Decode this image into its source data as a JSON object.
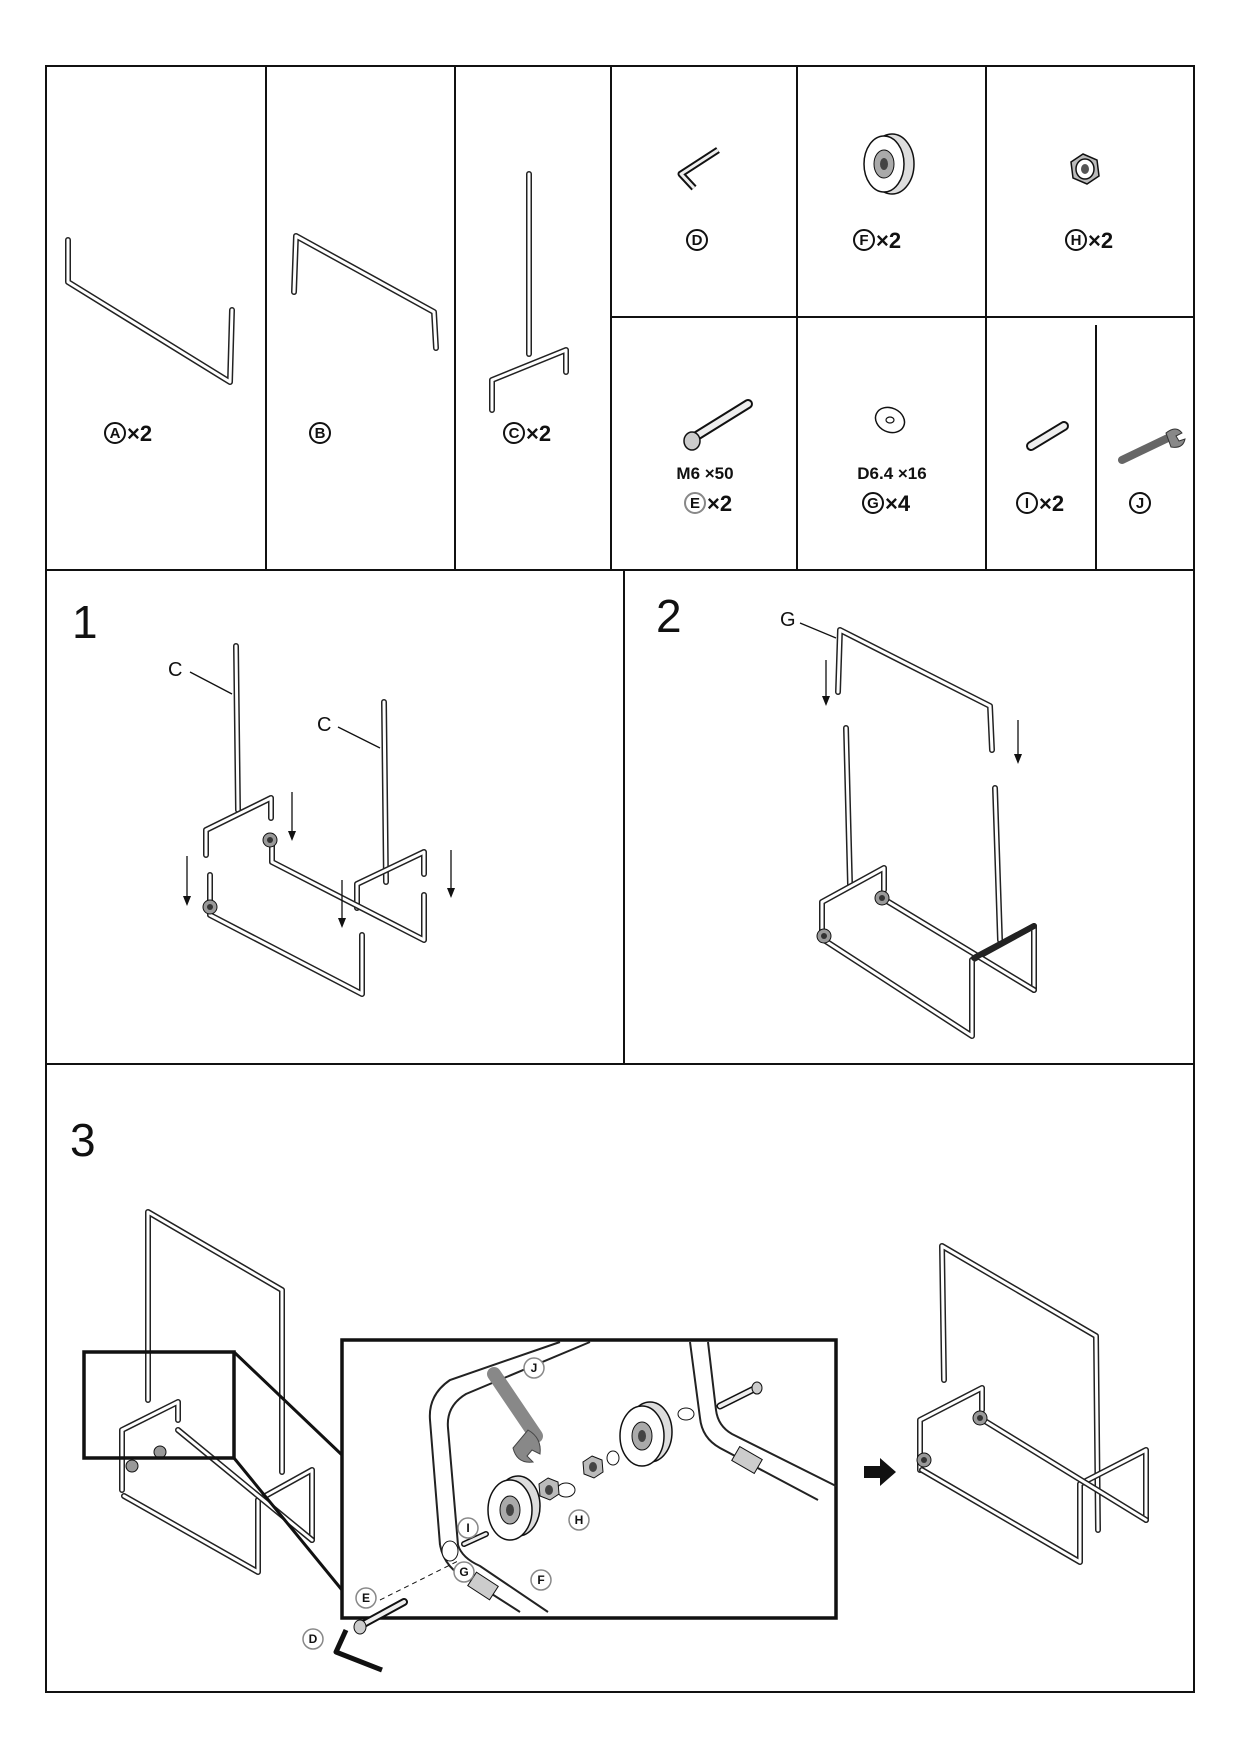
{
  "parts": [
    {
      "letter": "A",
      "qty": "×2"
    },
    {
      "letter": "B",
      "qty": ""
    },
    {
      "letter": "C",
      "qty": "×2"
    },
    {
      "letter": "D",
      "qty": ""
    },
    {
      "letter": "F",
      "qty": "×2"
    },
    {
      "letter": "H",
      "qty": "×2"
    },
    {
      "letter": "E",
      "qty": "×2",
      "spec": "M6 ×50"
    },
    {
      "letter": "G",
      "qty": "×4",
      "spec": "D6.4 ×16"
    },
    {
      "letter": "I",
      "qty": "×2"
    },
    {
      "letter": "J",
      "qty": ""
    }
  ],
  "steps": [
    {
      "number": "1",
      "callouts": [
        "C",
        "C"
      ]
    },
    {
      "number": "2",
      "callouts": [
        "G"
      ]
    },
    {
      "number": "3",
      "callouts": [
        "J",
        "H",
        "I",
        "F",
        "G",
        "E",
        "D"
      ]
    }
  ],
  "icons": [
    "hex-key-icon",
    "wheel-icon",
    "lock-nut-icon",
    "bolt-icon",
    "washer-icon",
    "spacer-icon",
    "wrench-icon",
    "arrow-right-icon"
  ]
}
